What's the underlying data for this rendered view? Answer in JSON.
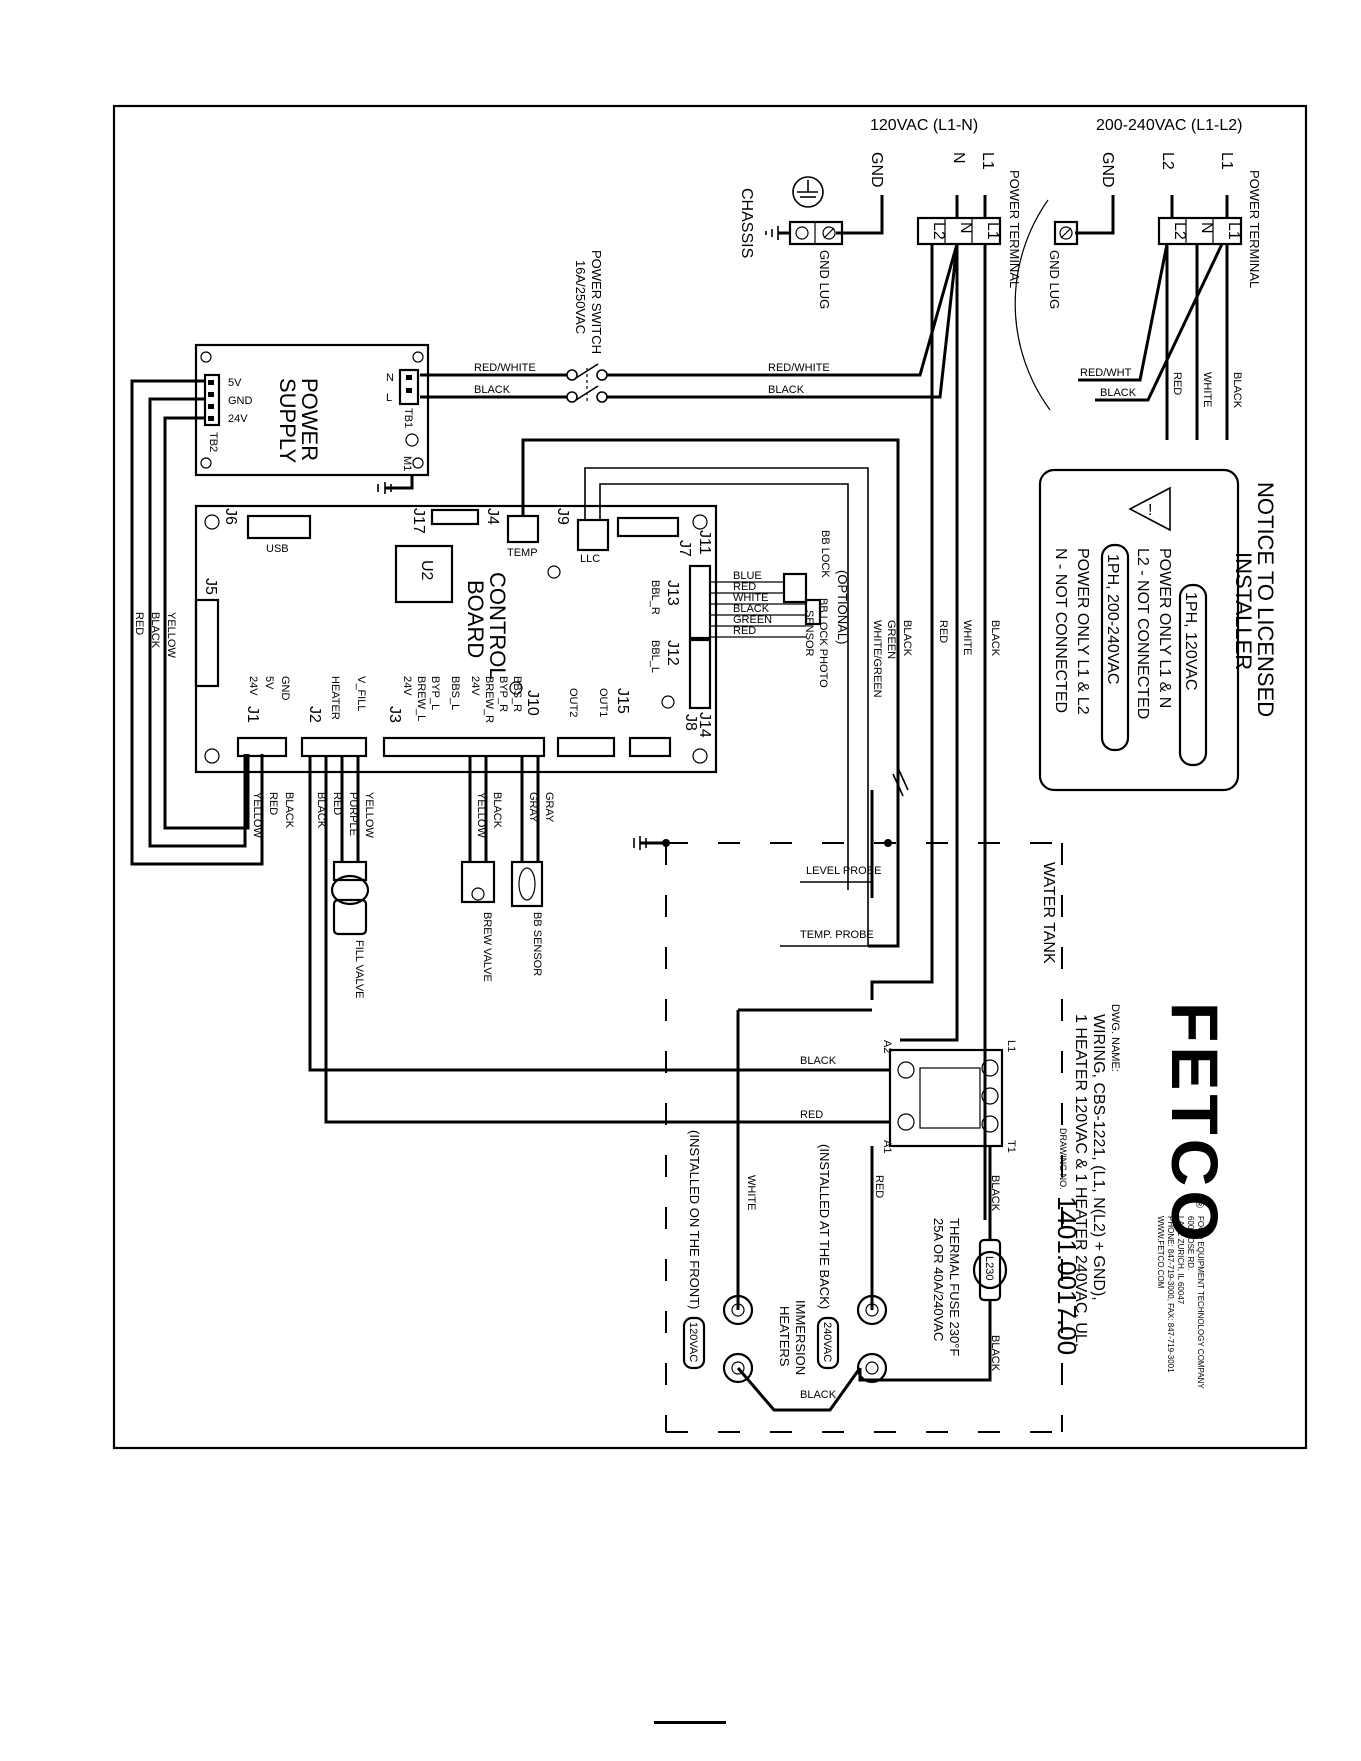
{
  "header": {
    "left_supply": "120VAC (L1-N)",
    "right_supply": "200-240VAC (L1-L2)"
  },
  "terminals": {
    "left": {
      "gnd": "GND",
      "n": "N",
      "l1": "L1",
      "label": "POWER TERMINAL",
      "pins": [
        "L2",
        "N",
        "L1"
      ],
      "lug": "GND LUG",
      "chassis": "CHASSIS"
    },
    "right": {
      "gnd": "GND",
      "l2": "L2",
      "l1": "L1",
      "label": "POWER TERMINAL",
      "pins": [
        "L2",
        "N",
        "L1"
      ],
      "lug": "GND LUG"
    }
  },
  "inset_wires": [
    "RED/WHT",
    "BLACK",
    "RED",
    "WHITE",
    "BLACK"
  ],
  "power_switch": {
    "line1": "POWER SWITCH",
    "line2": "16A/250VAC"
  },
  "power_supply": {
    "line1": "POWER",
    "line2": "SUPPLY",
    "pins": [
      "5V",
      "GND",
      "24V"
    ],
    "tb2": "TB2",
    "tb1": "TB1",
    "n": "N",
    "l": "L",
    "m1": "M1"
  },
  "switch_wires": [
    "RED/WHITE",
    "BLACK",
    "RED/WHITE",
    "BLACK"
  ],
  "notice": {
    "title_line1": "NOTICE TO LICENSED",
    "title_line2": "INSTALLER",
    "box1": "1PH, 120VAC",
    "box1_l1": "POWER ONLY L1 & N",
    "box1_l2": "L2 - NOT CONNECTED",
    "box2": "1PH, 200-240VAC",
    "box2_l1": "POWER ONLY L1 & L2",
    "box2_l2": "N - NOT CONNECTED"
  },
  "board": {
    "line1": "CONTROL",
    "line2": "BOARD",
    "chip": "U2",
    "connectors": [
      "J6",
      "J17",
      "J4",
      "J9",
      "J7",
      "J11",
      "J13",
      "J12",
      "J14",
      "J15",
      "J8",
      "J10",
      "J3",
      "J2",
      "J1",
      "J5"
    ],
    "usb": "USB",
    "temp": "TEMP",
    "llc": "LLC",
    "bbl_r": "BBL_R",
    "bbl_l": "BBL_L",
    "out1": "OUT1",
    "out2": "OUT2",
    "j3_pins": [
      "BBS_R",
      "BYP_R",
      "BREW_R",
      "24V",
      "BBS_L",
      "BYP_L",
      "BREW_L",
      "24V"
    ],
    "j2_pins": [
      "V_FILL",
      "HEATER"
    ],
    "j1_pins": [
      "GND",
      "5V",
      "24V"
    ]
  },
  "bb_lock": {
    "optional": "(OPTIONAL)",
    "lock": "BB LOCK",
    "photo1": "BB LOCK PHOTO",
    "photo2": "SENSOR",
    "wires": [
      "BLUE",
      "RED",
      "WHITE",
      "BLACK",
      "GREEN",
      "RED"
    ]
  },
  "vertical_wires": [
    "BLACK",
    "WHITE",
    "RED",
    "BLACK",
    "GREEN",
    "WHITE/GREEN"
  ],
  "left_bundle": [
    "YELLOW",
    "BLACK",
    "RED"
  ],
  "bottom_wires": {
    "j1": [
      "BLACK",
      "RED",
      "YELLOW"
    ],
    "j2": [
      "YELLOW",
      "PURPLE",
      "RED",
      "BLACK"
    ],
    "brew": [
      "BLACK",
      "YELLOW"
    ],
    "bbs": [
      "GRAY",
      "GRAY"
    ]
  },
  "components": {
    "fill_valve": "FILL VALVE",
    "brew_valve": "BREW VALVE",
    "bb_sensor": "BB SENSOR",
    "level_probe": "LEVEL PROBE",
    "temp_probe": "TEMP. PROBE"
  },
  "tank": {
    "label": "WATER TANK",
    "immersion1": "IMMERSION",
    "immersion2": "HEATERS",
    "back": "(INSTALLED AT THE BACK)",
    "front": "(INSTALLED ON THE FRONT)",
    "v240": "240VAC",
    "v120": "120VAC"
  },
  "relay": {
    "a2": "A2",
    "a1": "A1",
    "l1": "L1",
    "t1": "T1",
    "wires": [
      "BLACK",
      "RED",
      "BLACK",
      "RED",
      "WHITE",
      "BLACK",
      "BLACK"
    ]
  },
  "fuse": {
    "line1": "THERMAL FUSE 230°F",
    "line2": "25A OR 40A/240VAC",
    "mark": "L230"
  },
  "title_block": {
    "brand": "FETCO",
    "reg": "®",
    "company": "FOOD EQUIPMENT TECHNOLOGY COMPANY",
    "addr1": "600 ROSE RD.",
    "addr2": "LAKE ZURICH, IL 60047",
    "phone": "PHONE: 847-719-3000, FAX: 847-719-3001",
    "web": "WWW.FETCO.COM",
    "dwg": "DWG. NAME:",
    "name1": "WIRING, CBS-1221, (L1, N(L2) + GND),",
    "name2": "1 HEATER 120VAC & 1 HEATER 240VAC, UL.",
    "drawing_label": "DRAWING NO.",
    "drawing_no": "1401.0017.00"
  }
}
